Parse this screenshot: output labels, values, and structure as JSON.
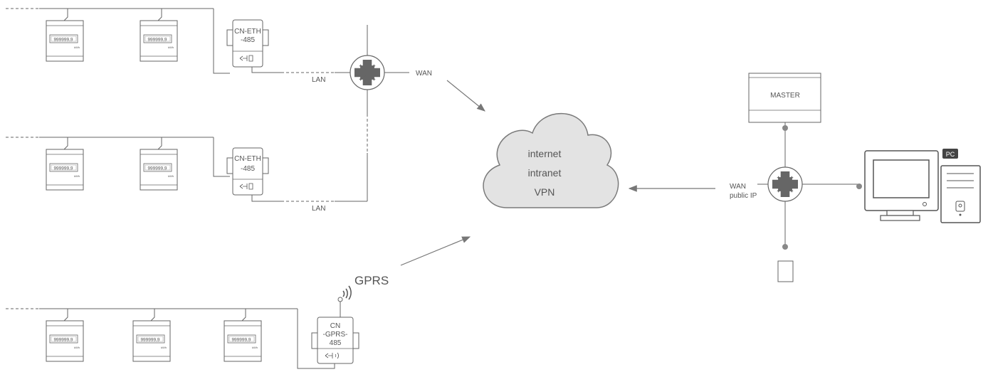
{
  "meters": {
    "reading": "999999,9",
    "unit": "kWh"
  },
  "modules": {
    "eth_top": [
      "CN-ETH",
      "-485"
    ],
    "eth_mid": [
      "CN-ETH",
      "-485"
    ],
    "gprs": [
      "CN",
      "-GPRS-",
      "485"
    ]
  },
  "labels": {
    "lan_top": "LAN",
    "lan_mid": "LAN",
    "wan_top": "WAN",
    "gprs": "GPRS",
    "wan_right": "WAN",
    "public_ip": "public IP",
    "master": "MASTER",
    "pc_badge": "PC"
  },
  "cloud": {
    "line1": "internet",
    "line2": "intranet",
    "line3": "VPN"
  }
}
